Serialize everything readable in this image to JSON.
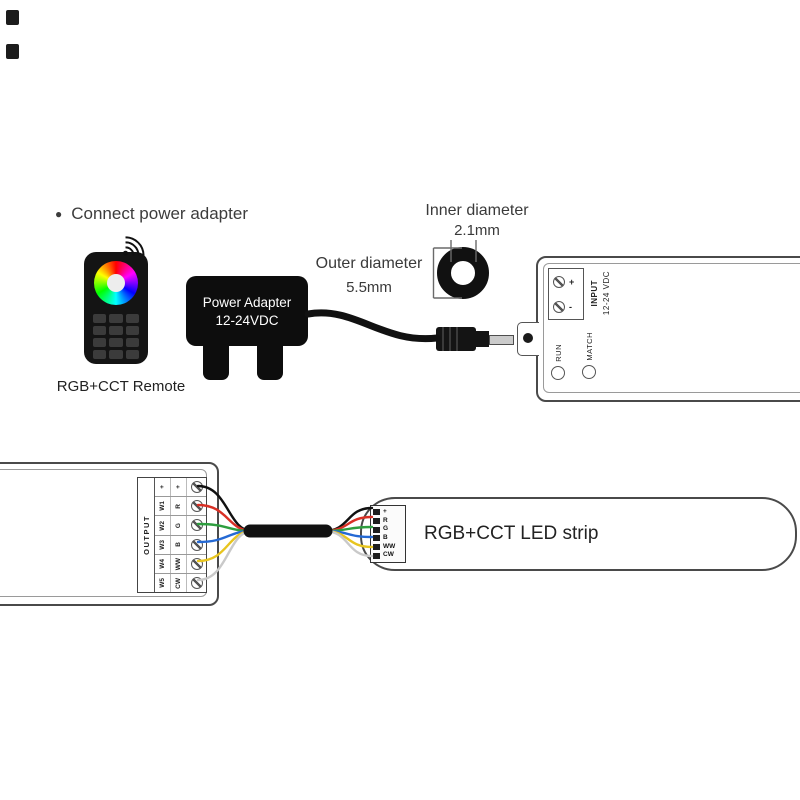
{
  "heading": {
    "bullet": "●",
    "text": "Connect power adapter"
  },
  "remote": {
    "label": "RGB+CCT Remote"
  },
  "adapter": {
    "name": "Power Adapter",
    "voltage": "12-24VDC"
  },
  "plug_dimensions": {
    "inner_label": "Inner diameter",
    "inner_value": "2.1mm",
    "outer_label": "Outer diameter",
    "outer_value": "5.5mm"
  },
  "controller_input": {
    "terminals": [
      "+",
      "-"
    ],
    "label": "INPUT",
    "voltage": "12-24 VDC",
    "indicators": [
      "RUN",
      "MATCH"
    ]
  },
  "controller_output": {
    "label": "OUTPUT",
    "rows": [
      {
        "ch": "+",
        "fn": "+"
      },
      {
        "ch": "W1",
        "fn": "R"
      },
      {
        "ch": "W2",
        "fn": "G"
      },
      {
        "ch": "W3",
        "fn": "B"
      },
      {
        "ch": "W4",
        "fn": "WW"
      },
      {
        "ch": "W5",
        "fn": "CW"
      }
    ]
  },
  "strip": {
    "label": "RGB+CCT LED strip",
    "pins": [
      "+",
      "R",
      "G",
      "B",
      "WW",
      "CW"
    ]
  },
  "colors": {
    "wire_plus": "#111111",
    "wire_r": "#d93025",
    "wire_g": "#2e9e3f",
    "wire_b": "#2469d4",
    "wire_ww": "#e8c51f",
    "wire_cw": "#c9c9c9"
  }
}
